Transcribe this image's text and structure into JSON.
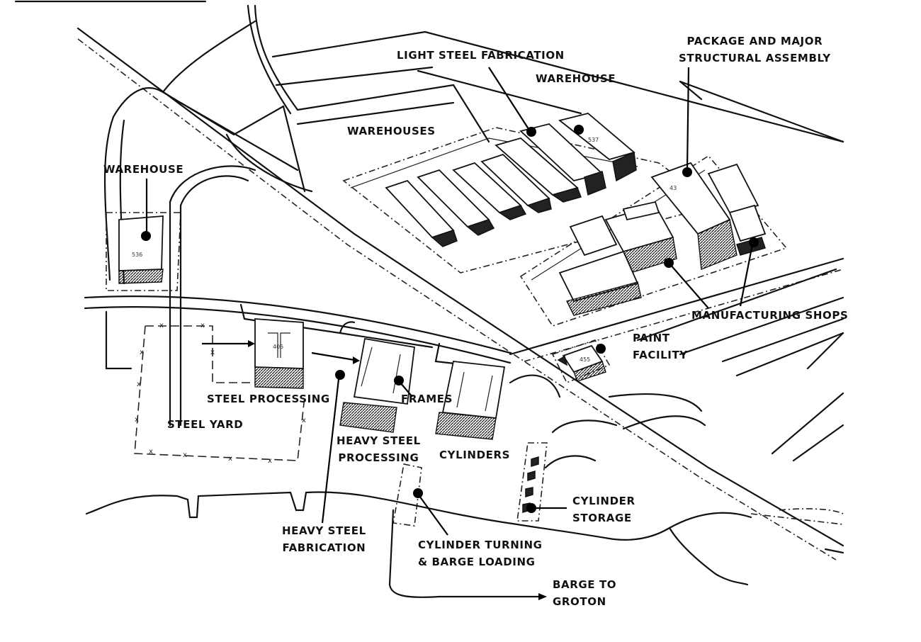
{
  "labels": {
    "package_assembly": [
      "PACKAGE AND MAJOR",
      "STRUCTURAL ASSEMBLY"
    ],
    "light_steel_fabrication": "LIGHT STEEL FABRICATION",
    "warehouse_top": "WAREHOUSE",
    "warehouses": "WAREHOUSES",
    "warehouse_left": "WAREHOUSE",
    "manufacturing_shops": "MANUFACTURING SHOPS",
    "paint_facility": [
      "PAINT",
      "FACILITY"
    ],
    "steel_processing": "STEEL PROCESSING",
    "frames": "FRAMES",
    "steel_yard": "STEEL YARD",
    "heavy_steel_processing": [
      "HEAVY STEEL",
      "PROCESSING"
    ],
    "cylinders": "CYLINDERS",
    "cylinder_storage": [
      "CYLINDER",
      "STORAGE"
    ],
    "heavy_steel_fabrication": [
      "HEAVY STEEL",
      "FABRICATION"
    ],
    "cylinder_turning": [
      "CYLINDER TURNING",
      "& BARGE LOADING"
    ],
    "barge_to_groton": [
      "BARGE TO",
      "GROTON"
    ]
  },
  "building_numbers": {
    "b_left_warehouse": "536",
    "b_top_warehouse": "537",
    "b_package": "43",
    "b_steel_processing": "405",
    "b_paint": "455"
  }
}
